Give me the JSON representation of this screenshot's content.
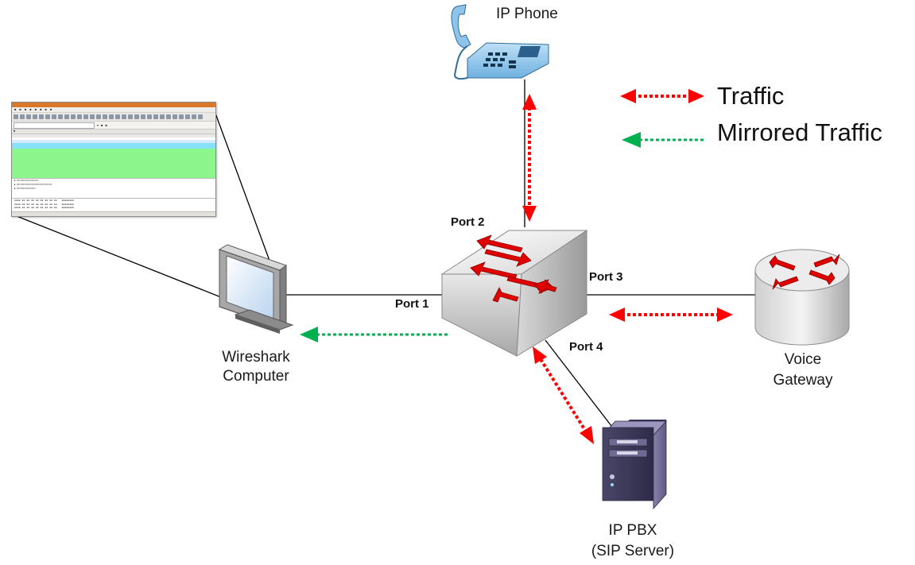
{
  "labels": {
    "ip_phone": "IP Phone",
    "wireshark_line1": "Wireshark",
    "wireshark_line2": "Computer",
    "voice_gateway_line1": "Voice",
    "voice_gateway_line2": "Gateway",
    "ip_pbx_line1": "IP PBX",
    "ip_pbx_line2": "(SIP Server)"
  },
  "ports": {
    "port1": "Port 1",
    "port2": "Port 2",
    "port3": "Port 3",
    "port4": "Port 4"
  },
  "legend": {
    "traffic": "Traffic",
    "mirrored": "Mirrored Traffic"
  },
  "colors": {
    "traffic": "#ff0000",
    "mirrored": "#00b050",
    "line": "#000000"
  },
  "icons": {
    "ip_phone": "ip-phone-icon",
    "switch": "network-switch-icon",
    "router": "voice-gateway-router-icon",
    "server": "server-tower-icon",
    "monitor": "computer-monitor-icon"
  }
}
